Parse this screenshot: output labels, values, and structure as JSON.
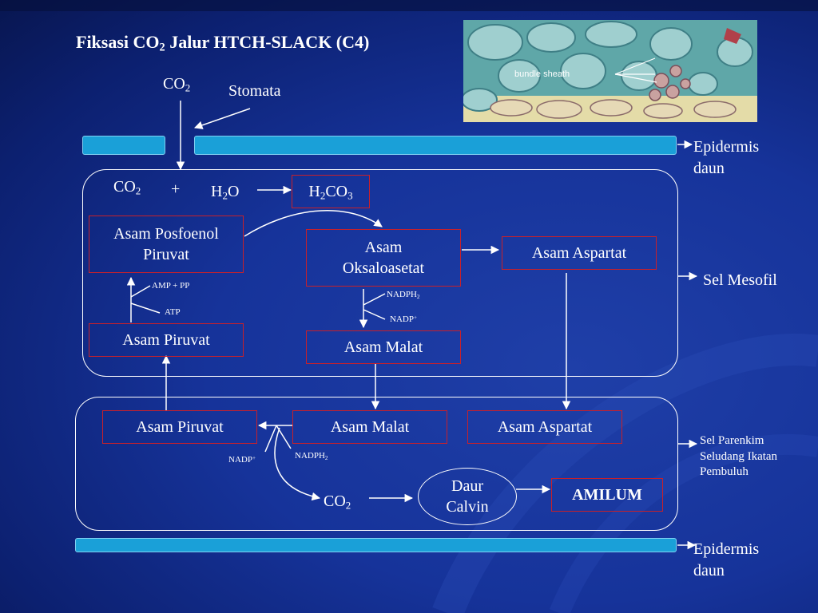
{
  "title": {
    "main": "Fiksasi CO",
    "sub": "2",
    "rest": " Jalur HTCH-SLACK (C4)"
  },
  "photo": {
    "caption": "bundle sheath"
  },
  "labels": {
    "co2_main": "CO",
    "co2_sub": "2",
    "stomata": "Stomata",
    "epidermis_top": "Epidermis\ndaun",
    "epidermis_bottom": "Epidermis\ndaun",
    "sel_mesofil": "Sel Mesofil",
    "sel_parenkim": "Sel Parenkim\nSeludang Ikatan\nPembuluh",
    "plus": "+",
    "h2o_a": "H",
    "h2o_sub": "2",
    "h2o_b": "O",
    "h2co3_a": "H",
    "h2co3_sub1": "2",
    "h2co3_b": "CO",
    "h2co3_sub2": "3",
    "co2_meso_main": "CO",
    "co2_meso_sub": "2",
    "co2_bundle_main": "CO",
    "co2_bundle_sub": "2"
  },
  "mesophyll": {
    "pep": "Asam Posfoenol\nPiruvat",
    "oaa": "Asam\nOksaloasetat",
    "aspartat": "Asam Aspartat",
    "piruvat": "Asam Piruvat",
    "malat": "Asam Malat",
    "amp_pp": "AMP + PP",
    "atp": "ATP",
    "nadph_a": "NADPH",
    "nadph_sub": "2",
    "nadp_a": "NADP",
    "nadp_sup": "+"
  },
  "bundle": {
    "piruvat": "Asam Piruvat",
    "malat": "Asam Malat",
    "aspartat": "Asam Aspartat",
    "nadp_a": "NADP",
    "nadp_sup": "+",
    "nadph_a": "NADPH",
    "nadph_sub": "2",
    "calvin": "Daur\nCalvin",
    "amilum": "AMILUM"
  },
  "colors": {
    "background": "#16339a",
    "box_border": "#c8202a",
    "epidermis_bar": "#1aa0d8",
    "text": "#ffffff"
  }
}
